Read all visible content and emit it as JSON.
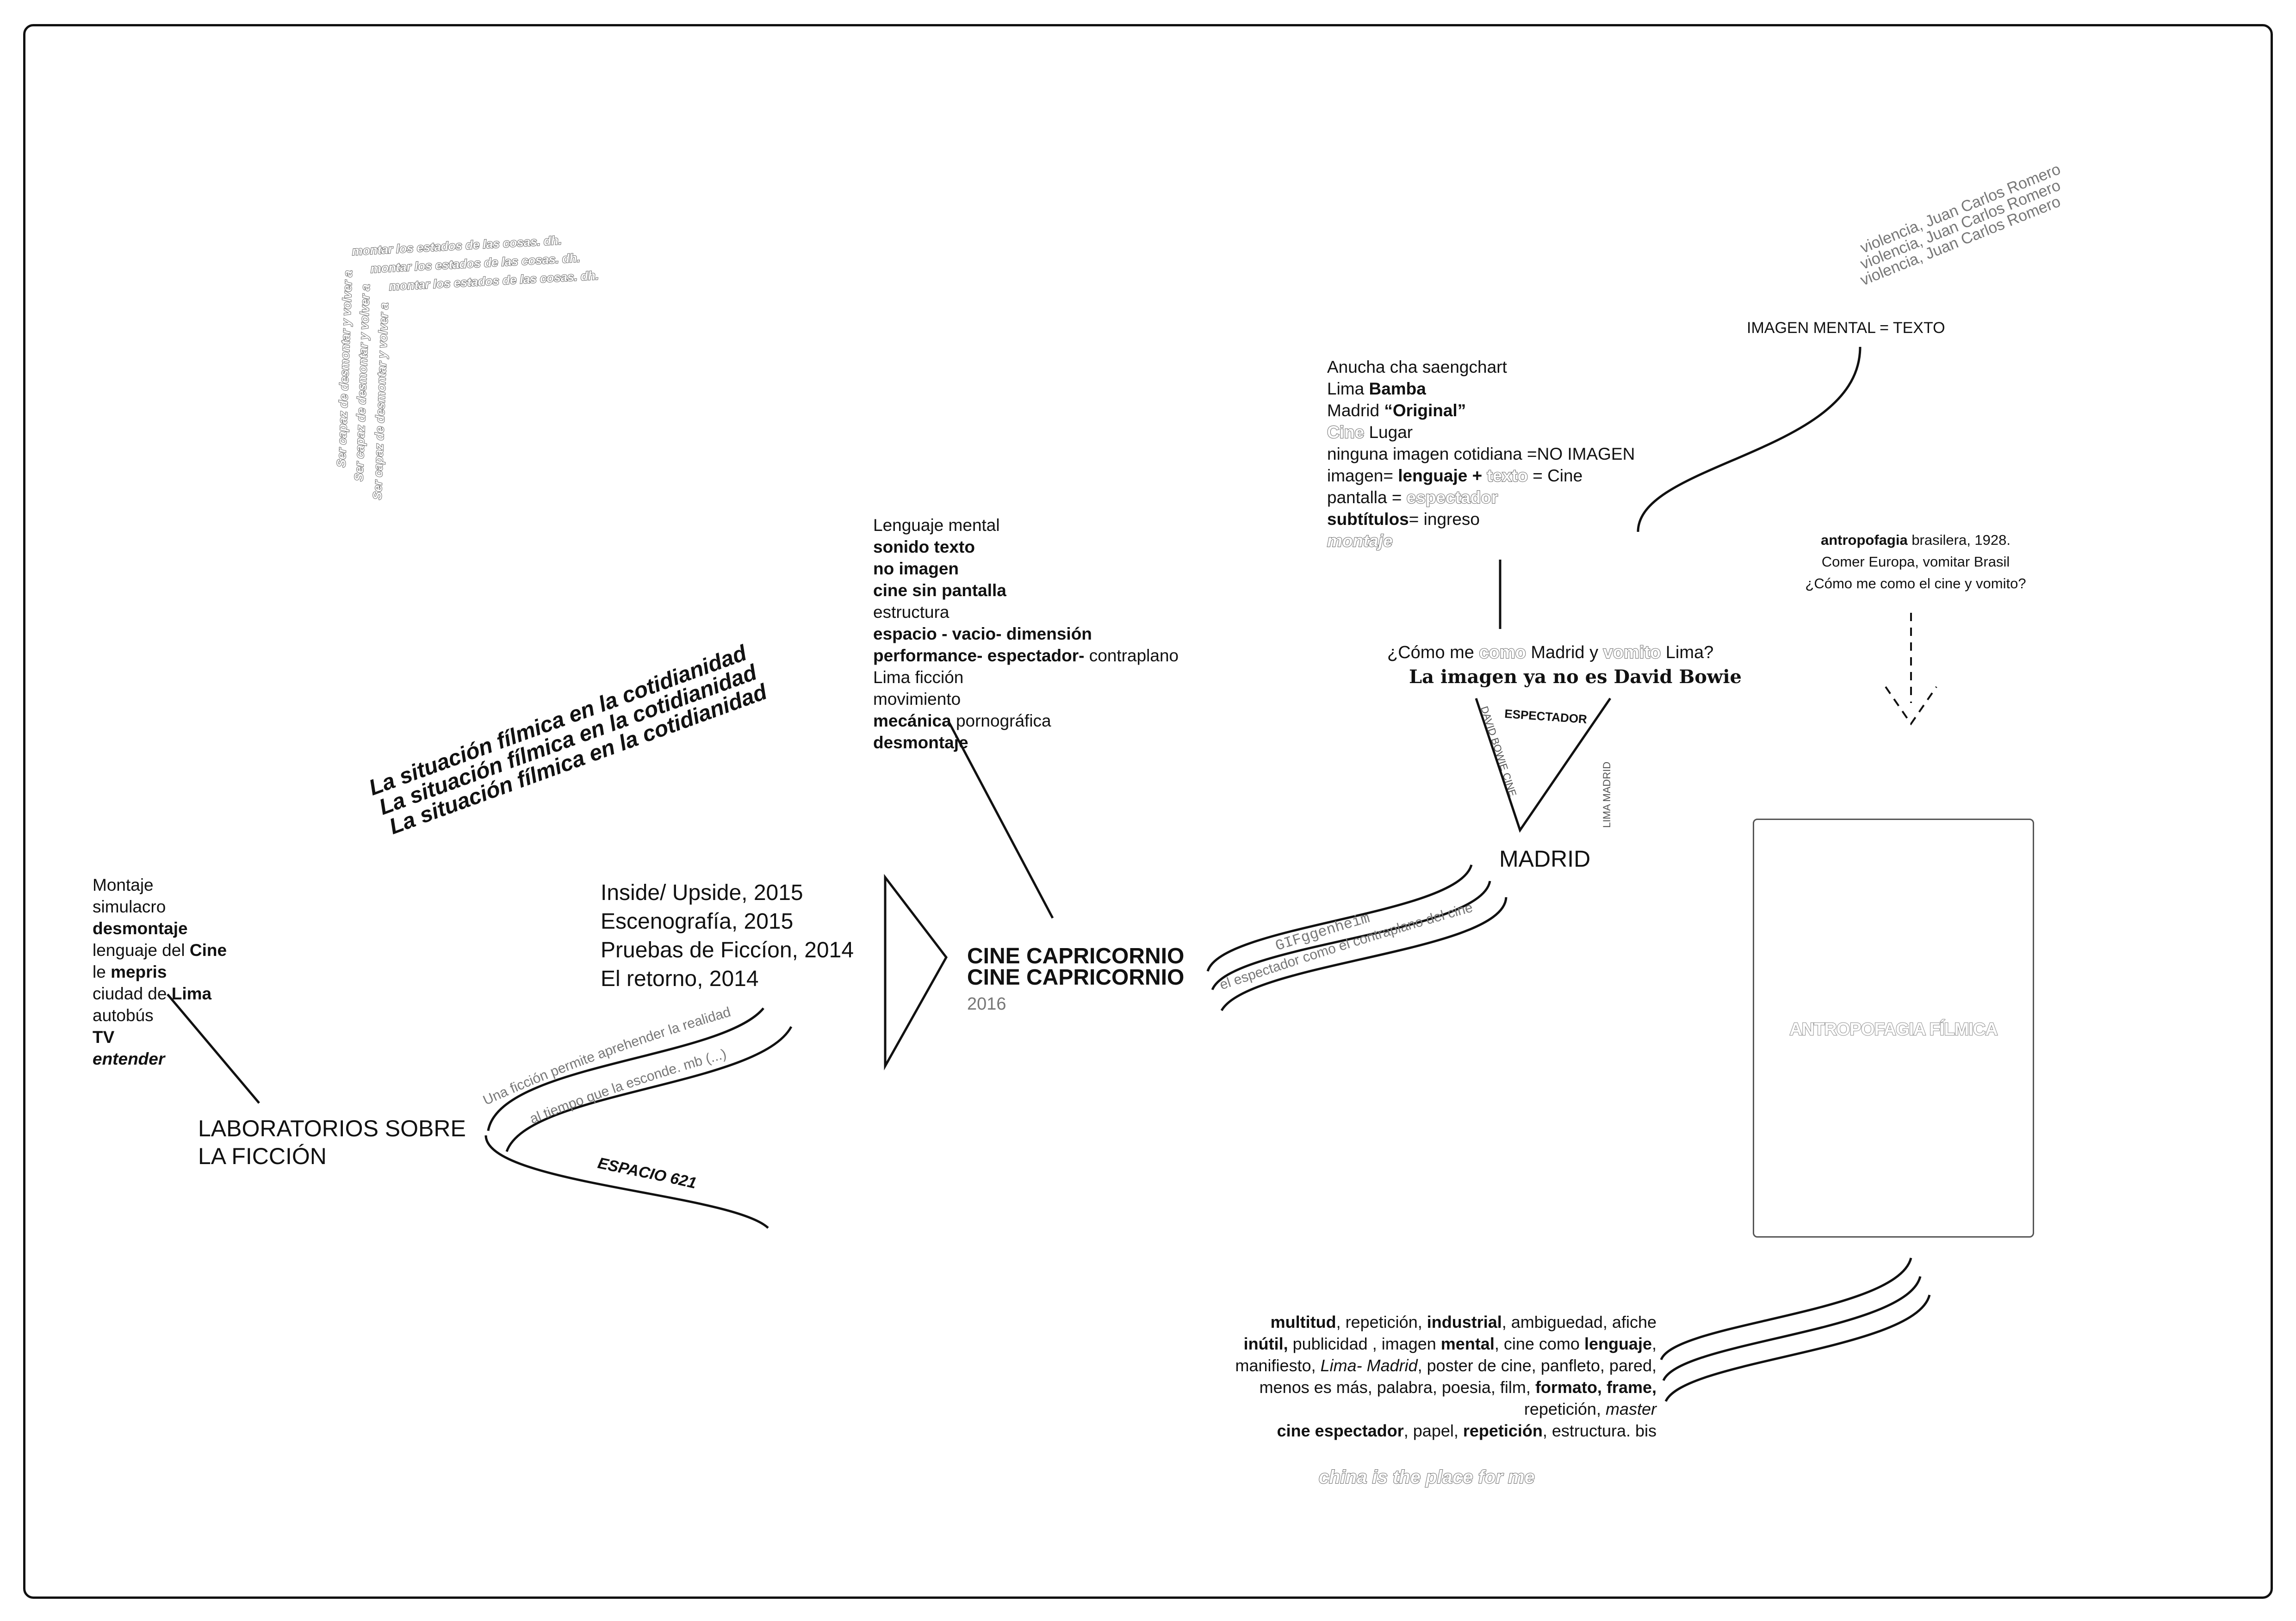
{
  "corner_repeats": {
    "horizontal": "montar los estados de las cosas. dh.",
    "vertical": "Ser capaz de desmontar y volver a"
  },
  "situacion": "La situación fílmica en la cotidianidad",
  "left_list": [
    {
      "text": "Montaje",
      "style": "normal"
    },
    {
      "text": "simulacro",
      "style": "normal"
    },
    {
      "text": "desmontaje",
      "style": "bold"
    },
    {
      "parts": [
        {
          "t": "lenguaje del ",
          "s": "normal"
        },
        {
          "t": "Cine",
          "s": "bold"
        }
      ]
    },
    {
      "parts": [
        {
          "t": "le ",
          "s": "normal"
        },
        {
          "t": "mepris",
          "s": "bold"
        }
      ]
    },
    {
      "parts": [
        {
          "t": "ciudad de ",
          "s": "normal"
        },
        {
          "t": "Lima",
          "s": "bold"
        }
      ]
    },
    {
      "text": "autobús",
      "style": "normal"
    },
    {
      "text": "TV",
      "style": "bold"
    },
    {
      "text": "entender",
      "style": "bolditalic"
    }
  ],
  "laboratorios": [
    "LABORATORIOS SOBRE",
    "LA FICCIÓN"
  ],
  "works": [
    "Inside/ Upside, 2015",
    "Escenografía, 2015",
    "Pruebas de Ficcíon, 2014",
    "El retorno, 2014"
  ],
  "curve_texts": {
    "ficcion_1": "Una ficción permite aprehender la realidad",
    "ficcion_2": "al tiempo que la esconde. mb (...)",
    "espacio": "ESPACIO 621",
    "gif": "GIFggenheim",
    "espectador_curve": "el espectador  como  el contraplano del cine"
  },
  "cine_capricornio": {
    "title": "CINE CAPRICORNIO",
    "year": "2016"
  },
  "mental_list": [
    {
      "text": "Lenguaje mental",
      "style": "normal"
    },
    {
      "text": "sonido texto",
      "style": "bold"
    },
    {
      "text": "no imagen",
      "style": "bold"
    },
    {
      "text": "cine sin pantalla",
      "style": "bold"
    },
    {
      "text": "estructura",
      "style": "normal"
    },
    {
      "text": "espacio - vacio- dimensión",
      "style": "bold"
    },
    {
      "parts": [
        {
          "t": "performance- espectador-",
          "s": "bold"
        },
        {
          "t": " contraplano",
          "s": "normal"
        }
      ]
    },
    {
      "text": "Lima ficción",
      "style": "normal"
    },
    {
      "text": "movimiento",
      "style": "normal"
    },
    {
      "parts": [
        {
          "t": "mecánica",
          "s": "bold"
        },
        {
          "t": " pornográfica",
          "s": "normal"
        }
      ]
    },
    {
      "text": "desmontaje",
      "style": "bold"
    }
  ],
  "anucha_list": [
    {
      "text": "Anucha cha saengchart",
      "style": "normal"
    },
    {
      "parts": [
        {
          "t": "Lima ",
          "s": "normal"
        },
        {
          "t": "Bamba",
          "s": "bold"
        }
      ]
    },
    {
      "parts": [
        {
          "t": "Madrid ",
          "s": "normal"
        },
        {
          "t": "“Original”",
          "s": "bold"
        }
      ]
    },
    {
      "parts": [
        {
          "t": "Cine",
          "s": "outline"
        },
        {
          "t": " Lugar",
          "s": "normal"
        }
      ]
    },
    {
      "text": "ninguna imagen cotidiana =NO IMAGEN",
      "style": "normal"
    },
    {
      "parts": [
        {
          "t": "imagen= ",
          "s": "normal"
        },
        {
          "t": "lenguaje + ",
          "s": "bold"
        },
        {
          "t": "texto",
          "s": "outline"
        },
        {
          "t": " = Cine",
          "s": "normal"
        }
      ]
    },
    {
      "parts": [
        {
          "t": "pantalla  = ",
          "s": "normal"
        },
        {
          "t": "espectador",
          "s": "outline"
        }
      ]
    },
    {
      "parts": [
        {
          "t": "subtítulos",
          "s": "bold"
        },
        {
          "t": "= ingreso",
          "s": "normal"
        }
      ]
    },
    {
      "text": "montaje",
      "style": "outlineitalic"
    }
  ],
  "question": {
    "parts": [
      {
        "t": "¿Cómo me ",
        "s": "normal"
      },
      {
        "t": "como",
        "s": "outline"
      },
      {
        "t": " Madrid y ",
        "s": "normal"
      },
      {
        "t": "vomito",
        "s": "outline"
      },
      {
        "t": " Lima?",
        "s": "normal"
      }
    ],
    "bowie": "La imagen ya no es David Bowie"
  },
  "triangle_labels": {
    "top": "ESPECTADOR",
    "left": "DAVID BOWIE CINE",
    "right": "LIMA MADRID"
  },
  "madrid": "MADRID",
  "violencia": "violencia, Juan Carlos Romero",
  "imagen_mental": "IMAGEN MENTAL = TEXTO",
  "antropofagia_note": {
    "lines": [
      {
        "parts": [
          {
            "t": "antropofagia",
            "s": "bold"
          },
          {
            "t": " brasilera, 1928.",
            "s": "normal"
          }
        ]
      },
      {
        "text": "Comer Europa, vomitar Brasil",
        "style": "normal"
      },
      {
        "text": "¿Cómo me como el cine y vomito?",
        "style": "normal"
      }
    ]
  },
  "poster_title": "ANTROPOFAGIA FÍLMICA",
  "bottom_list": [
    {
      "parts": [
        {
          "t": "multitud",
          "s": "bold"
        },
        {
          "t": ", repetición, ",
          "s": "normal"
        },
        {
          "t": "industrial",
          "s": "bold"
        },
        {
          "t": ", ambiguedad, afiche",
          "s": "normal"
        }
      ]
    },
    {
      "parts": [
        {
          "t": "inútil,",
          "s": "bold"
        },
        {
          "t": " publicidad , imagen ",
          "s": "normal"
        },
        {
          "t": "mental",
          "s": "bold"
        },
        {
          "t": ", cine como ",
          "s": "normal"
        },
        {
          "t": "lenguaje",
          "s": "bold"
        },
        {
          "t": ",",
          "s": "normal"
        }
      ]
    },
    {
      "parts": [
        {
          "t": "manifiesto, ",
          "s": "normal"
        },
        {
          "t": "Lima- Madrid",
          "s": "italic"
        },
        {
          "t": ", poster de cine, panfleto, pared,",
          "s": "normal"
        }
      ]
    },
    {
      "parts": [
        {
          "t": "menos es más, palabra, poesia, film, ",
          "s": "normal"
        },
        {
          "t": "formato, frame,",
          "s": "bold"
        }
      ]
    },
    {
      "parts": [
        {
          "t": "repetición, ",
          "s": "normal"
        },
        {
          "t": "master",
          "s": "italic"
        }
      ]
    },
    {
      "parts": [
        {
          "t": "cine espectador",
          "s": "bold"
        },
        {
          "t": ", papel, ",
          "s": "normal"
        },
        {
          "t": "repetición",
          "s": "bold"
        },
        {
          "t": ", estructura. bis",
          "s": "normal"
        }
      ]
    }
  ],
  "china": "china is the place for me"
}
